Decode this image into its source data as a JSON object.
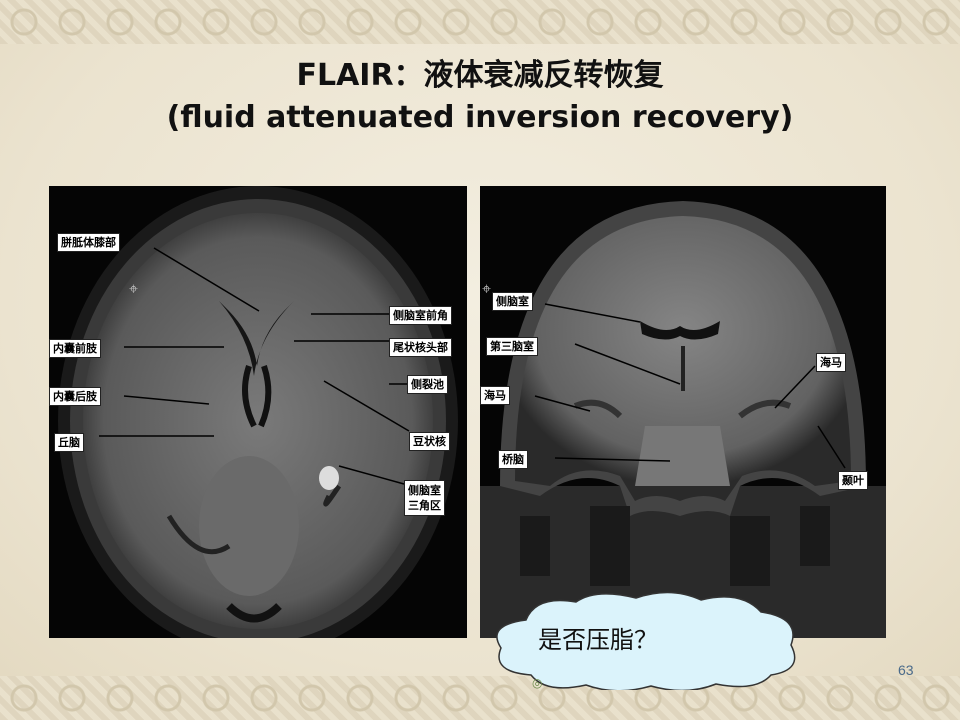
{
  "slide": {
    "title_line1": "FLAIR：液体衰减反转恢复",
    "title_line2": "(fluid attenuated inversion recovery)",
    "page_number": "63",
    "cloud_text": "是否压脂？",
    "cloud_icon": "◎"
  },
  "left_image": {
    "labels": [
      "胼胝体膝部",
      "侧脑室前角",
      "内囊前肢",
      "尾状核头部",
      "侧裂池",
      "内囊后肢",
      "豆状核",
      "丘脑",
      "侧脑室",
      "三角区"
    ]
  },
  "right_image": {
    "labels": [
      "侧脑室",
      "第三脑室",
      "海马",
      "海马",
      "桥脑",
      "颞叶"
    ]
  }
}
